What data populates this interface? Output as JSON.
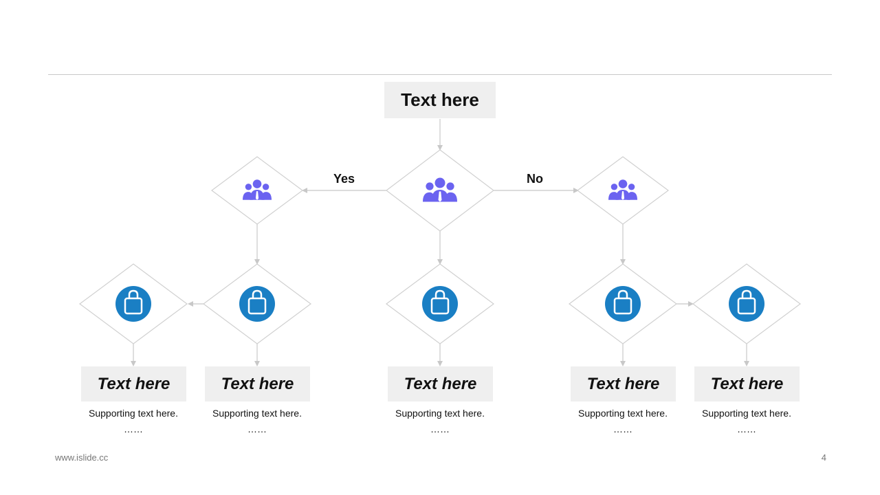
{
  "root": {
    "label": "Text here"
  },
  "edges": {
    "yes_label": "Yes",
    "no_label": "No"
  },
  "decision_nodes": [
    {
      "id": "left",
      "icon": "people-group-icon"
    },
    {
      "id": "center",
      "icon": "people-group-icon"
    },
    {
      "id": "right",
      "icon": "people-group-icon"
    }
  ],
  "outcome_nodes": [
    {
      "icon": "shopping-bag-icon"
    },
    {
      "icon": "shopping-bag-icon"
    },
    {
      "icon": "shopping-bag-icon"
    },
    {
      "icon": "shopping-bag-icon"
    },
    {
      "icon": "shopping-bag-icon"
    }
  ],
  "leaves": [
    {
      "title": "Text here",
      "support": "Supporting text here.",
      "ellipsis": "……"
    },
    {
      "title": "Text here",
      "support": "Supporting text here.",
      "ellipsis": "……"
    },
    {
      "title": "Text here",
      "support": "Supporting text here.",
      "ellipsis": "……"
    },
    {
      "title": "Text here",
      "support": "Supporting text here.",
      "ellipsis": "……"
    },
    {
      "title": "Text here",
      "support": "Supporting text here.",
      "ellipsis": "……"
    }
  ],
  "footer": {
    "url": "www.islide.cc",
    "page": "4"
  },
  "colors": {
    "people_icon": "#6b63f0",
    "bag_circle": "#1a7fc4",
    "connector": "#c8c8c8",
    "box_fill": "#efefef"
  }
}
